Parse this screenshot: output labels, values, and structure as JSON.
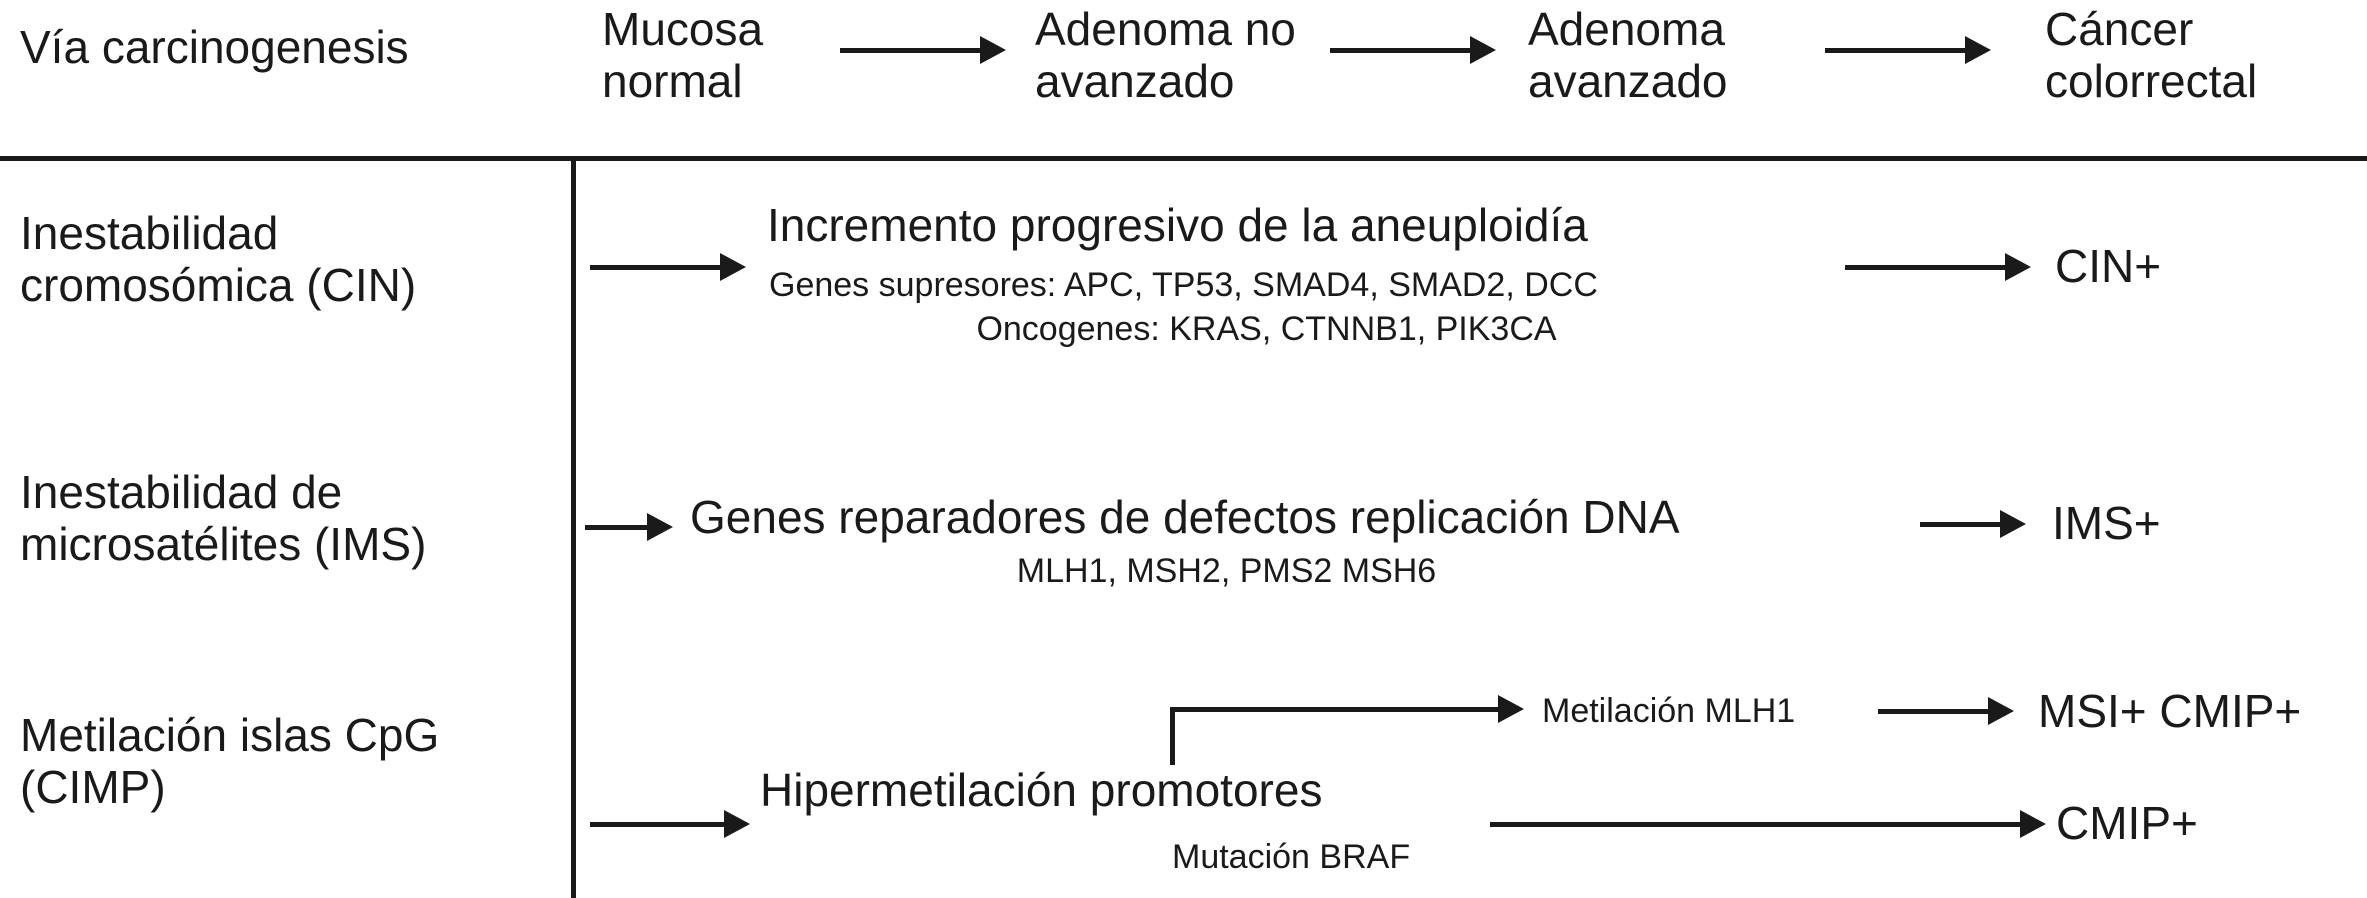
{
  "diagram": {
    "title_row": {
      "row_label": "Vía carcinogenesis",
      "stages": [
        {
          "line1": "Mucosa",
          "line2": "normal"
        },
        {
          "line1": "Adenoma no",
          "line2": "avanzado"
        },
        {
          "line1": "Adenoma",
          "line2": "avanzado"
        },
        {
          "line1": "Cáncer",
          "line2": "colorrectal"
        }
      ],
      "arrow_count": 3
    },
    "rows": [
      {
        "id": "cin",
        "label_line1": "Inestabilidad",
        "label_line2": "cromosómica (CIN)",
        "headline": "Incremento progresivo de la aneuploidía",
        "detail_line1": "Genes supresores: APC, TP53, SMAD4, SMAD2, DCC",
        "detail_line2": "Oncogenes: KRAS, CTNNB1, PIK3CA",
        "outcome": "CIN+"
      },
      {
        "id": "ims",
        "label_line1": "Inestabilidad de",
        "label_line2": "microsatélites (IMS)",
        "headline": "Genes reparadores de defectos replicación DNA",
        "detail_line1": "MLH1, MSH2, PMS2 MSH6",
        "outcome": "IMS+"
      },
      {
        "id": "cimp",
        "label_line1": "Metilación islas CpG",
        "label_line2": "(CIMP)",
        "headline": "Hipermetilación promotores",
        "branch_upper_label": "Metilación MLH1",
        "branch_upper_outcome": "MSI+ CMIP+",
        "branch_lower_label": "Mutación BRAF",
        "branch_lower_outcome": "CMIP+"
      }
    ],
    "colors": {
      "ink": "#1a1a1a",
      "background": "#ffffff"
    }
  }
}
